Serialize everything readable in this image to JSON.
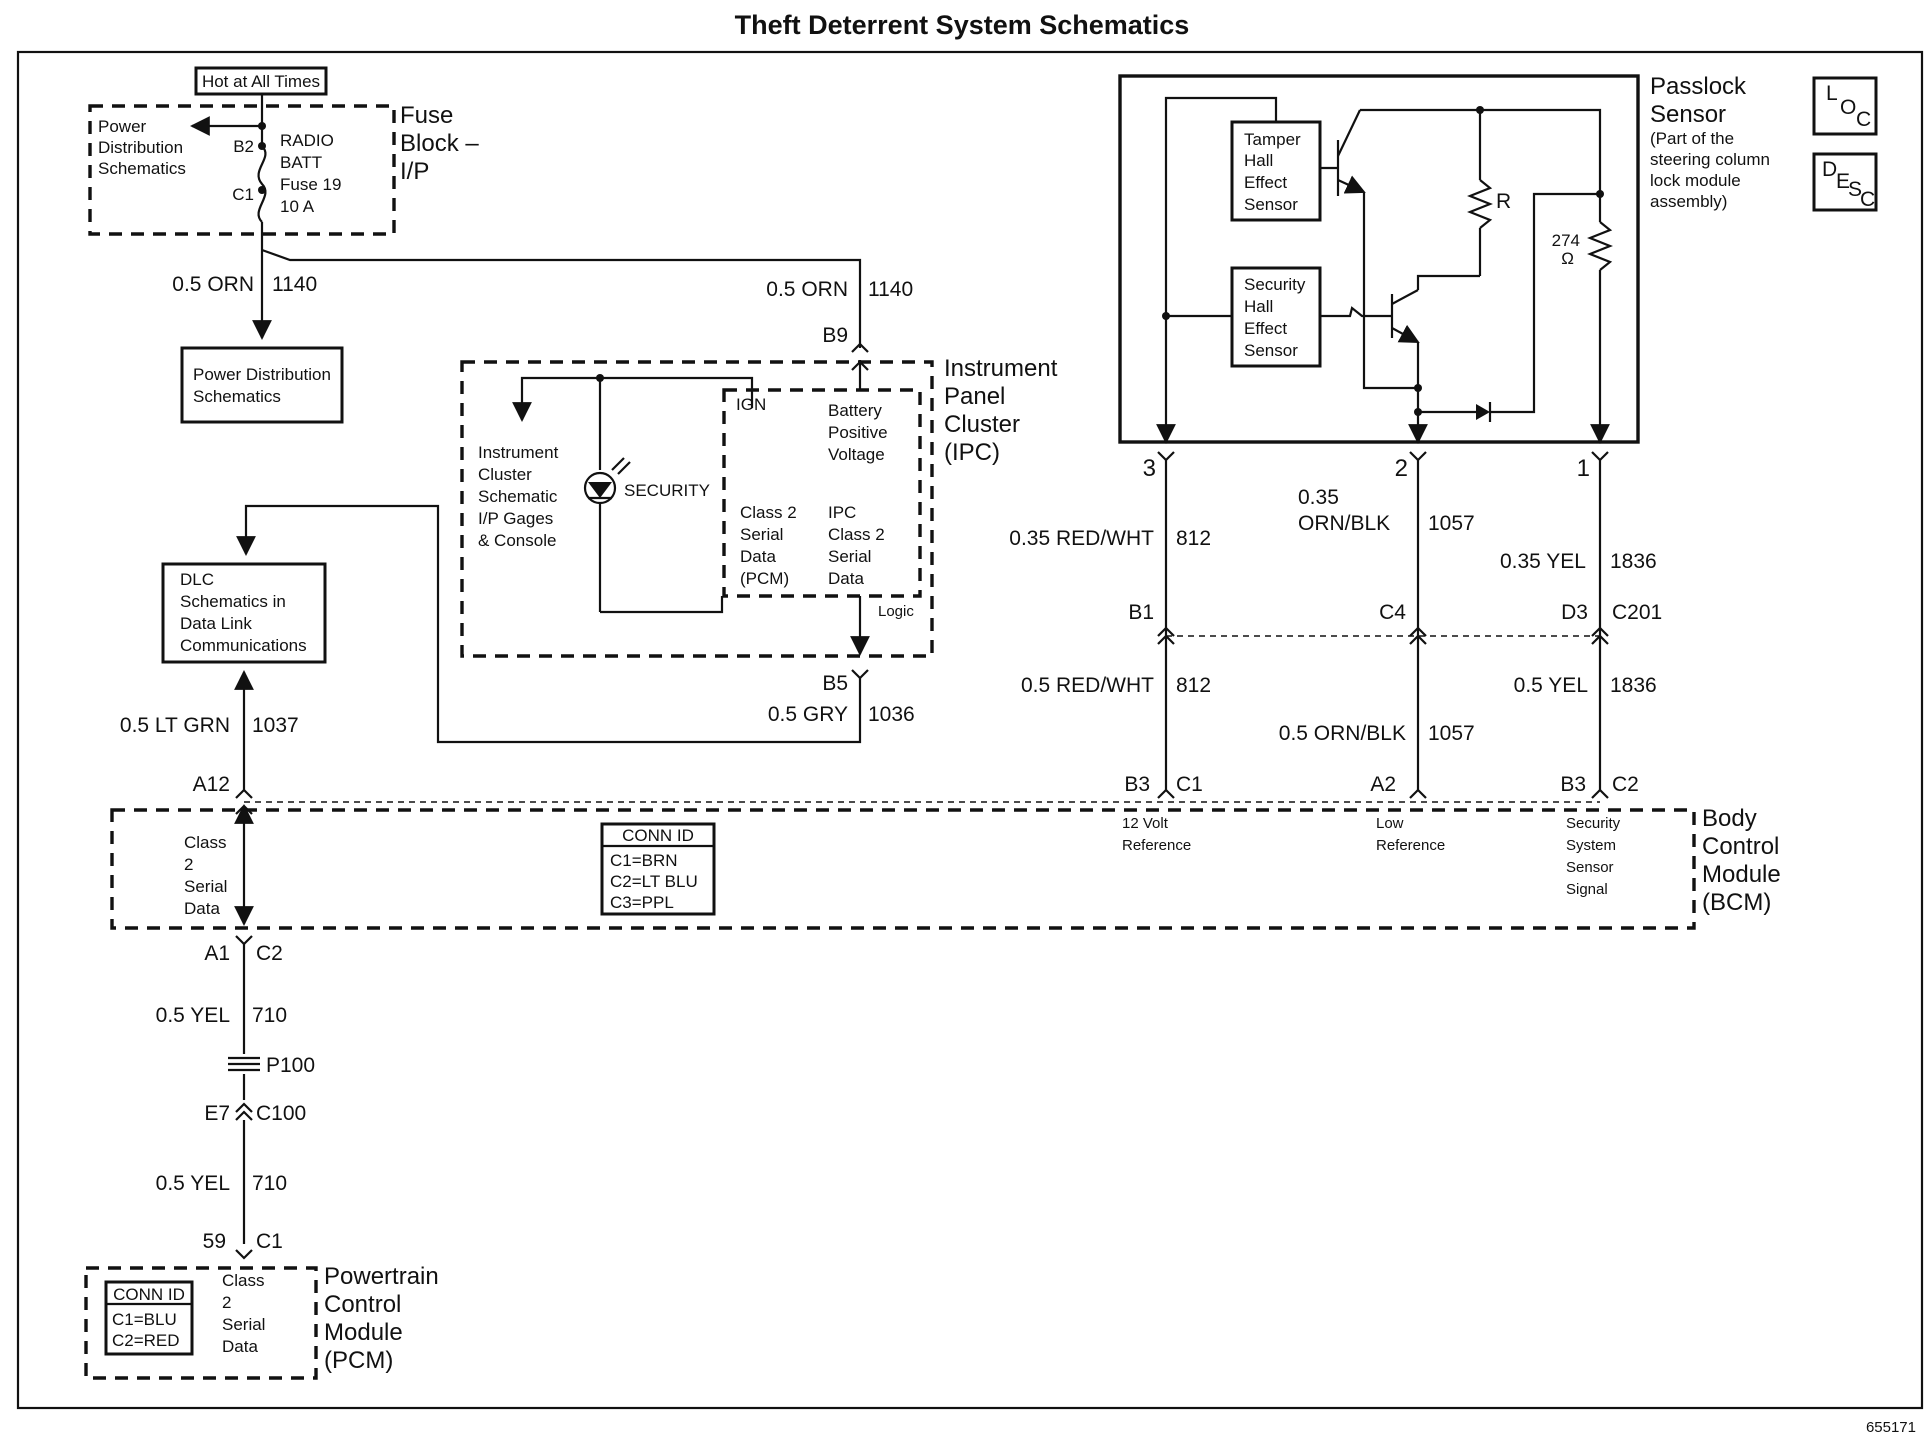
{
  "title": "Theft Deterrent System Schematics",
  "fuse_block": {
    "hot_label": "Hot at All Times",
    "power_dist_lines": [
      "Power",
      "Distribution",
      "Schematics"
    ],
    "pin_b2": "B2",
    "pin_c1": "C1",
    "fuse_lines": [
      "RADIO",
      "BATT",
      "Fuse 19",
      "10 A"
    ],
    "name_lines": [
      "Fuse",
      "Block –",
      "I/P"
    ]
  },
  "wire_1140_left": {
    "gauge": "0.5 ORN",
    "circuit": "1140"
  },
  "power_dist_box": [
    "Power Distribution",
    "Schematics"
  ],
  "wire_1140_right": {
    "gauge": "0.5 ORN",
    "circuit": "1140"
  },
  "ipc": {
    "pin_b9": "B9",
    "pin_b5": "B5",
    "name_lines": [
      "Instrument",
      "Panel",
      "Cluster",
      "(IPC)"
    ],
    "ref_lines": [
      "Instrument",
      "Cluster",
      "Schematic",
      "I/P Gages",
      "& Console"
    ],
    "security_label": "SECURITY",
    "ign_label": "IGN",
    "battery_lines": [
      "Battery",
      "Positive",
      "Voltage"
    ],
    "class2_pcm_lines": [
      "Class 2",
      "Serial",
      "Data",
      "(PCM)"
    ],
    "ipc_class2_lines": [
      "IPC",
      "Class 2",
      "Serial",
      "Data"
    ],
    "logic_label": "Logic"
  },
  "wire_1036": {
    "gauge": "0.5 GRY",
    "circuit": "1036"
  },
  "dlc_box": [
    "DLC",
    "Schematics in",
    "Data Link",
    "Communications"
  ],
  "wire_1037": {
    "gauge": "0.5 LT GRN",
    "circuit": "1037"
  },
  "passlock": {
    "name_lines": [
      "Passlock",
      "Sensor"
    ],
    "note_lines": [
      "(Part of the",
      "steering column",
      "lock module",
      "assembly)"
    ],
    "tamper_lines": [
      "Tamper",
      "Hall",
      "Effect",
      "Sensor"
    ],
    "security_lines": [
      "Security",
      "Hall",
      "Effect",
      "Sensor"
    ],
    "resistor_r": "R",
    "resistor_value": "274",
    "resistor_unit": "Ω",
    "pins": [
      "3",
      "2",
      "1"
    ]
  },
  "icons": {
    "loc": {
      "name": "loc-icon",
      "l": "L",
      "o": "O",
      "c": "C"
    },
    "desc": {
      "name": "desc-icon",
      "d": "D",
      "e": "E",
      "s": "S",
      "c": "C"
    }
  },
  "wires_upper": [
    {
      "gauge": "0.35 RED/WHT",
      "circuit": "812"
    },
    {
      "gauge_lines": [
        "0.35",
        "ORN/BLK"
      ],
      "circuit": "1057"
    },
    {
      "gauge": "0.35 YEL",
      "circuit": "1836"
    }
  ],
  "c201": {
    "pins": [
      "B1",
      "C4",
      "D3"
    ],
    "name": "C201"
  },
  "wires_lower": [
    {
      "gauge": "0.5 RED/WHT",
      "circuit": "812"
    },
    {
      "gauge": "0.5 ORN/BLK",
      "circuit": "1057"
    },
    {
      "gauge": "0.5 YEL",
      "circuit": "1836"
    }
  ],
  "bcm": {
    "pin_a12": "A12",
    "pin_a1": "A1",
    "conn_c2": "C2",
    "pins_top": [
      {
        "pin": "B3",
        "conn": "C1",
        "label_lines": [
          "12 Volt",
          "Reference"
        ]
      },
      {
        "pin": "A2",
        "conn": "",
        "label_lines": [
          "Low",
          "Reference"
        ]
      },
      {
        "pin": "B3",
        "conn": "C2",
        "label_lines": [
          "Security",
          "System",
          "Sensor",
          "Signal"
        ]
      }
    ],
    "class2_lines": [
      "Class",
      "2",
      "Serial",
      "Data"
    ],
    "conn_id_title": "CONN ID",
    "conn_id_lines": [
      "C1=BRN",
      "C2=LT BLU",
      "C3=PPL"
    ],
    "name_lines": [
      "Body",
      "Control",
      "Module",
      "(BCM)"
    ]
  },
  "wire_710_upper": {
    "gauge": "0.5 YEL",
    "circuit": "710"
  },
  "splice": "P100",
  "c100": {
    "pin": "E7",
    "name": "C100"
  },
  "wire_710_lower": {
    "gauge": "0.5 YEL",
    "circuit": "710"
  },
  "pcm": {
    "pin": "59",
    "conn": "C1",
    "conn_id_title": "CONN ID",
    "conn_id_lines": [
      "C1=BLU",
      "C2=RED"
    ],
    "class2_lines": [
      "Class",
      "2",
      "Serial",
      "Data"
    ],
    "name_lines": [
      "Powertrain",
      "Control",
      "Module",
      "(PCM)"
    ]
  },
  "figure_number": "655171"
}
